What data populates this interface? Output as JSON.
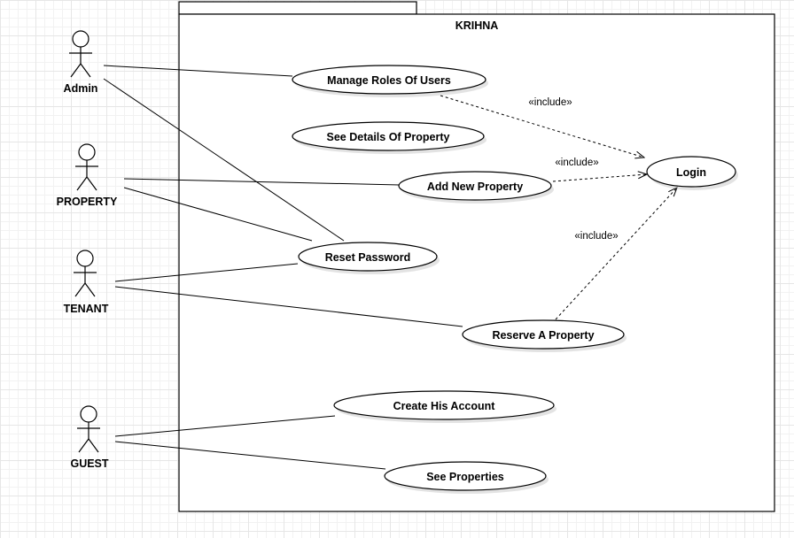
{
  "system": {
    "title": "KRIHNA"
  },
  "actors": {
    "admin": "Admin",
    "property": "PROPERTY",
    "tenant": "TENANT",
    "guest": "GUEST"
  },
  "use_cases": {
    "manage_roles": "Manage Roles Of Users",
    "see_details": "See Details Of Property",
    "add_property": "Add New Property",
    "login": "Login",
    "reset_password": "Reset Password",
    "reserve_property": "Reserve A Property",
    "create_account": "Create His Account",
    "see_properties": "See Properties"
  },
  "relations": {
    "include_label": "«include»"
  }
}
